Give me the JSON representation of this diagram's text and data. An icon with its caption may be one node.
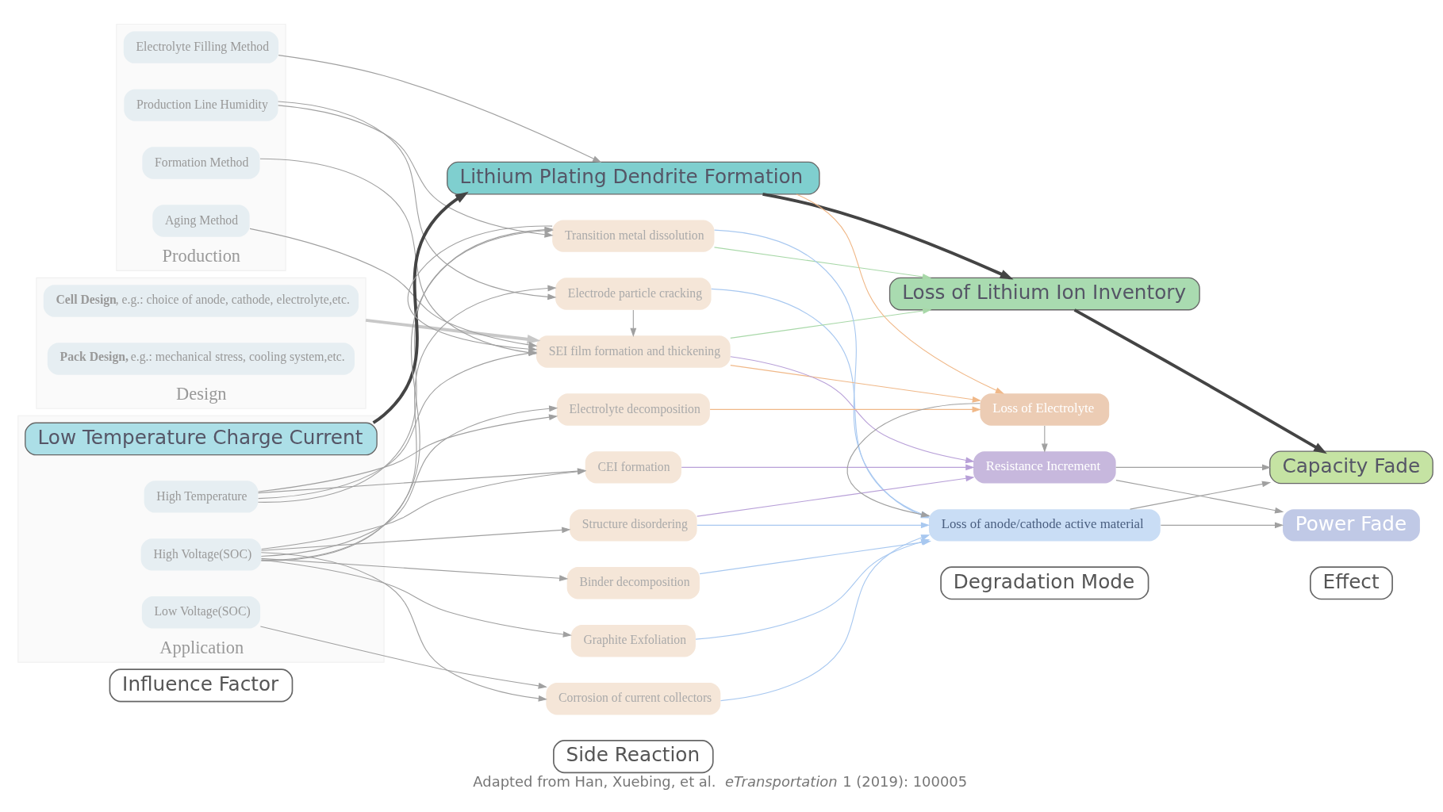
{
  "diagram": {
    "caption": "Adapted from Han, Xuebing, et al. *eTransportation* 1 (2019): 100005",
    "nodes": [
      {
        "text": [
          "Influence Factor"
        ]
      },
      {
        "text": [
          "Side Reaction"
        ]
      },
      {
        "text": [
          "Degradation Mode"
        ]
      },
      {
        "text": [
          "Effect"
        ]
      },
      {
        "text": [
          "Design"
        ]
      },
      {
        "text": [
          "**Cell Design**, e.g.: choice of anode, cathode, electrolyte,etc."
        ],
        "in": 4
      },
      {
        "text": [
          "**Pack Design,** e.g.: mechanical stress, cooling system,etc."
        ],
        "in": 4
      },
      {
        "text": [
          "Production"
        ]
      },
      {
        "text": [
          "Production Line Humidity"
        ],
        "in": 7
      },
      {
        "text": [
          "Electrolyte Filling Method"
        ],
        "in": 7
      },
      {
        "text": [
          "Formation Method"
        ],
        "in": 7
      },
      {
        "text": [
          "Aging Method"
        ],
        "in": 7
      },
      {
        "text": [
          "Application"
        ]
      },
      {
        "text": [
          "High Temperature"
        ],
        "in": 12
      },
      {
        "text": [
          "Low Temperature Charge Current"
        ],
        "in": 12
      },
      {
        "text": [
          "Low Voltage(SOC)"
        ],
        "in": 12
      },
      {
        "text": [
          "High Voltage(SOC)"
        ],
        "in": 12
      },
      {
        "text": [
          "Electrode particle cracking"
        ]
      },
      {
        "text": [
          "SEI film formation and thickening"
        ]
      },
      {
        "text": [
          "Transition metal dissolution"
        ]
      },
      {
        "text": [
          "CEI formation"
        ]
      },
      {
        "text": [
          "Lithium Plating Dendrite Formation"
        ]
      },
      {
        "text": [
          "Graphite Exfoliation"
        ]
      },
      {
        "text": [
          "Binder decomposition"
        ]
      },
      {
        "text": [
          "Structure disordering"
        ]
      },
      {
        "text": [
          "Corrosion of current collectors"
        ]
      },
      {
        "text": [
          "Electrolyte decomposition"
        ]
      },
      {
        "text": [
          "Loss of Lithium Ion Inventory"
        ]
      },
      {
        "text": [
          "Loss of anode/cathode active material"
        ]
      },
      {
        "text": [
          "Loss of Electrolyte"
        ]
      },
      {
        "text": [
          "Resistance Increment"
        ]
      },
      {
        "text": [
          "Capacity Fade"
        ]
      },
      {
        "text": [
          "Power Fade"
        ]
      }
    ],
    "edges": [
      {
        "from": 4,
        "to": 18,
        "arrow": "to",
        "style": "thick",
        "color": "#c8c8c8"
      },
      {
        "from": 8,
        "to": 17,
        "arrow": "to"
      },
      {
        "from": 8,
        "to": 19,
        "arrow": "to"
      },
      {
        "from": 9,
        "to": 21,
        "arrow": "to"
      },
      {
        "from": 10,
        "to": 18,
        "arrow": "to"
      },
      {
        "from": 11,
        "to": 18,
        "arrow": "to"
      },
      {
        "from": 13,
        "to": 18,
        "arrow": "to"
      },
      {
        "from": 13,
        "to": 19,
        "arrow": "to"
      },
      {
        "from": 13,
        "to": 20,
        "arrow": "to"
      },
      {
        "from": 13,
        "to": 26,
        "arrow": "to"
      },
      {
        "from": 14,
        "to": 21,
        "arrow": "to",
        "style": "thick",
        "color": "#444444"
      },
      {
        "from": 15,
        "to": 25,
        "arrow": "to"
      },
      {
        "from": 16,
        "to": 17,
        "arrow": "to"
      },
      {
        "from": 16,
        "to": 19,
        "arrow": "to"
      },
      {
        "from": 16,
        "to": 20,
        "arrow": "to"
      },
      {
        "from": 16,
        "to": 22,
        "arrow": "to"
      },
      {
        "from": 16,
        "to": 23,
        "arrow": "to"
      },
      {
        "from": 16,
        "to": 24,
        "arrow": "to"
      },
      {
        "from": 16,
        "to": 25,
        "arrow": "to"
      },
      {
        "from": 16,
        "to": 26,
        "arrow": "to"
      },
      {
        "from": 17,
        "to": 18,
        "arrow": "to"
      },
      {
        "from": 19,
        "to": 18,
        "arrow": "to"
      },
      {
        "from": 17,
        "to": 28,
        "arrow": "to",
        "color": "#a8c8f0"
      },
      {
        "from": 18,
        "to": 27,
        "arrow": "to",
        "color": "#a8d8a8"
      },
      {
        "from": 18,
        "to": 29,
        "arrow": "to",
        "color": "#f0b888"
      },
      {
        "from": 18,
        "to": 30,
        "arrow": "to",
        "color": "#b8a0d8"
      },
      {
        "from": 19,
        "to": 27,
        "arrow": "to",
        "color": "#a8d8a8"
      },
      {
        "from": 19,
        "to": 28,
        "arrow": "to",
        "color": "#a8c8f0"
      },
      {
        "from": 20,
        "to": 30,
        "arrow": "to",
        "color": "#b8a0d8"
      },
      {
        "from": 21,
        "to": 27,
        "arrow": "to",
        "style": "thick",
        "color": "#444444"
      },
      {
        "from": 21,
        "to": 29,
        "arrow": "to",
        "color": "#f0b888"
      },
      {
        "from": 22,
        "to": 28,
        "arrow": "to",
        "color": "#a8c8f0"
      },
      {
        "from": 23,
        "to": 28,
        "arrow": "to",
        "color": "#a8c8f0"
      },
      {
        "from": 24,
        "to": 28,
        "arrow": "to",
        "color": "#a8c8f0"
      },
      {
        "from": 24,
        "to": 30,
        "arrow": "to",
        "color": "#b8a0d8"
      },
      {
        "from": 25,
        "to": 28,
        "arrow": "to",
        "color": "#a8c8f0"
      },
      {
        "from": 26,
        "to": 29,
        "arrow": "to",
        "color": "#f0b888"
      },
      {
        "from": 29,
        "to": 28,
        "arrow": "to"
      },
      {
        "from": 29,
        "to": 30,
        "arrow": "to"
      },
      {
        "from": 27,
        "to": 31,
        "arrow": "to",
        "style": "thick",
        "color": "#444444"
      },
      {
        "from": 28,
        "to": 31,
        "arrow": "to"
      },
      {
        "from": 28,
        "to": 32,
        "arrow": "to"
      },
      {
        "from": 30,
        "to": 31,
        "arrow": "to"
      },
      {
        "from": 30,
        "to": 32,
        "arrow": "to"
      }
    ]
  }
}
